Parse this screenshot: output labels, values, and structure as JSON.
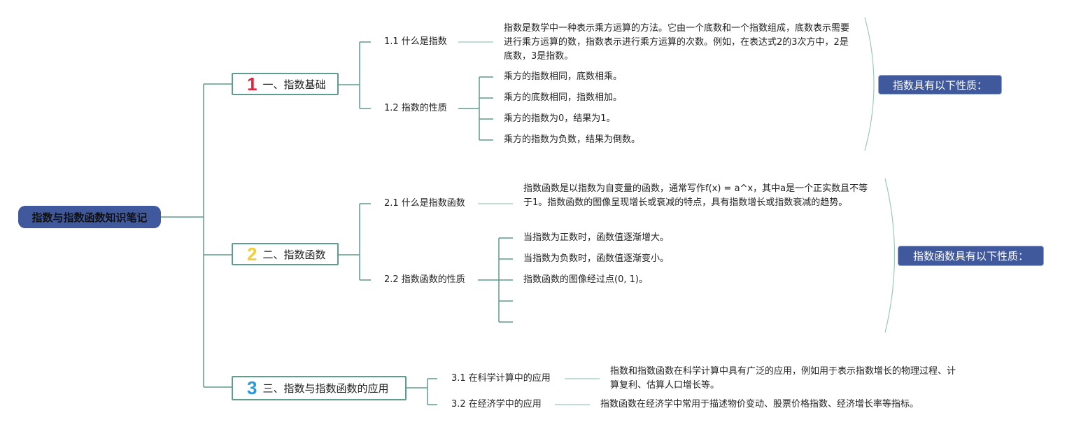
{
  "root": "指数与指数函数知识笔记",
  "branches": [
    {
      "num": "1",
      "num_color": "#e0243a",
      "label": "一、指数基础",
      "subs": [
        {
          "label": "1.1 什么是指数",
          "desc": "指数是数学中一种表示乘方运算的方法。它由一个底数和一个指数组成，底数表示需要进行乘方运算的数，指数表示进行乘方运算的次数。例如，在表达式2的3次方中，2是底数，3是指数。"
        },
        {
          "label": "1.2 指数的性质",
          "leaves": [
            "乘方的指数相同，底数相乘。",
            "乘方的底数相同，指数相加。",
            "乘方的指数为0，结果为1。",
            "乘方的指数为负数，结果为倒数。"
          ]
        }
      ],
      "summary": "指数具有以下性质："
    },
    {
      "num": "2",
      "num_color": "#f2cf3a",
      "label": "二、指数函数",
      "subs": [
        {
          "label": "2.1 什么是指数函数",
          "desc": "指数函数是以指数为自变量的函数，通常写作f(x) = a^x，其中a是一个正实数且不等于1。指数函数的图像呈现增长或衰减的特点，具有指数增长或指数衰减的趋势。"
        },
        {
          "label": "2.2 指数函数的性质",
          "leaves": [
            "当指数为正数时，函数值逐渐增大。",
            "当指数为负数时，函数值逐渐变小。",
            "指数函数的图像经过点(0, 1)。",
            "",
            ""
          ]
        }
      ],
      "summary": "指数函数具有以下性质："
    },
    {
      "num": "3",
      "num_color": "#2a9ad8",
      "label": "三、指数与指数函数的应用",
      "subs": [
        {
          "label": "3.1 在科学计算中的应用",
          "desc": "指数和指数函数在科学计算中具有广泛的应用，例如用于表示指数增长的物理过程、计算复利、估算人口增长等。"
        },
        {
          "label": "3.2 在经济学中的应用",
          "desc": "指数函数在经济学中常用于描述物价变动、股票价格指数、经济增长率等指标。"
        }
      ]
    }
  ]
}
